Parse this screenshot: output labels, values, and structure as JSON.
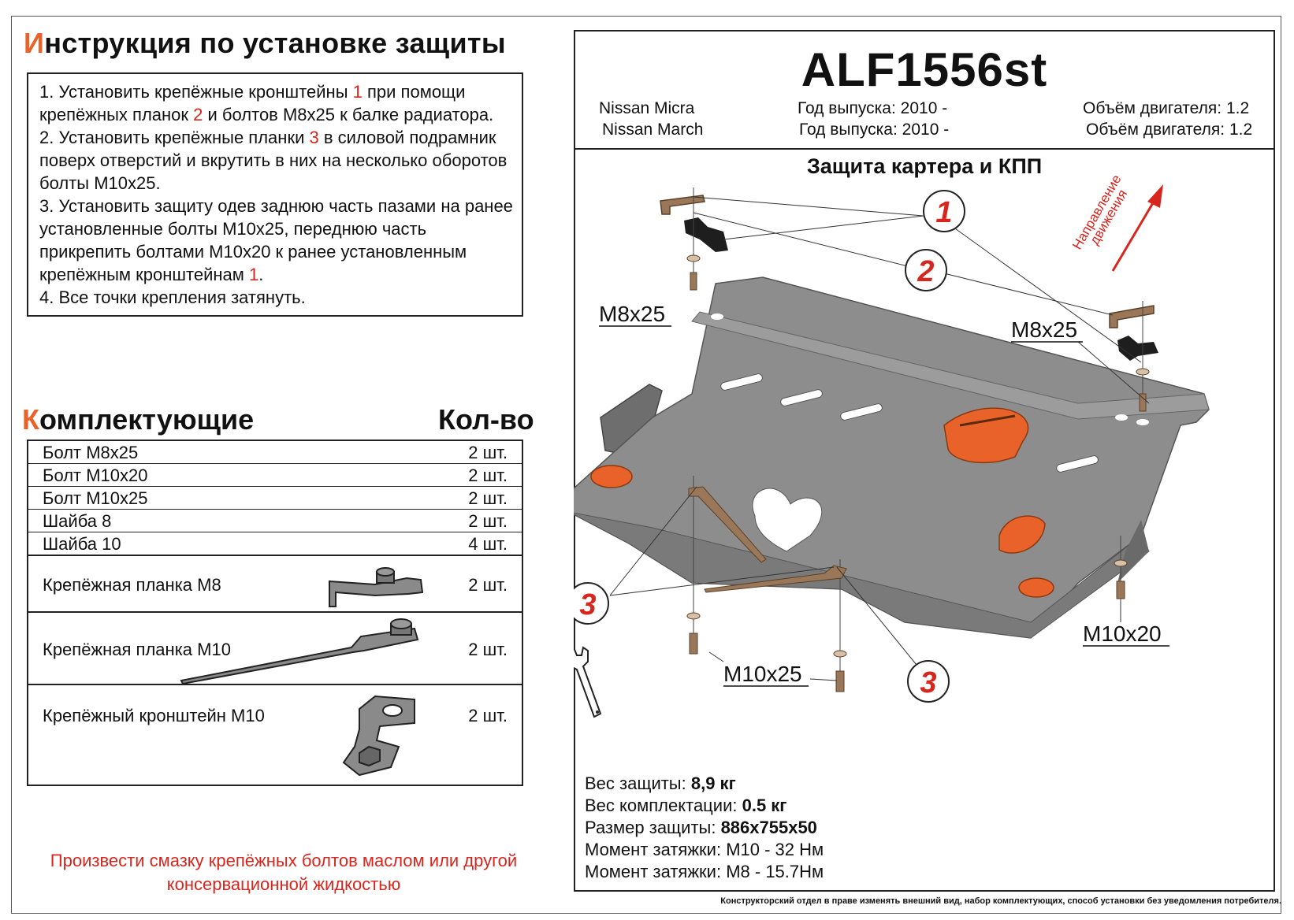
{
  "instructions": {
    "title_first": "И",
    "title_rest": "нструкция по установке защиты",
    "steps": [
      {
        "a": "1.  Установить крепёжные кронштейны ",
        "n1": "1",
        "b": " при помощи крепёжных планок ",
        "n2": "2",
        "c": " и болтов М8х25 к балке радиатора."
      },
      {
        "a": "2.  Установить крепёжные планки ",
        "n1": "3",
        "b": " в силовой подрамник поверх отверстий и вкрутить в них на несколько оборотов болты М10х25."
      },
      {
        "a": "3.  Установить защиту одев заднюю часть пазами на ранее установленные болты М10х25, переднюю часть прикрепить болтами М10х20 к ранее установленным крепёжным кронштейнам ",
        "n1": "1",
        "b": "."
      },
      {
        "a": "4.  Все точки крепления затянуть."
      }
    ]
  },
  "components": {
    "title_first": "К",
    "title_rest": "омплектующие",
    "qty_header": "Кол-во",
    "rows": [
      {
        "name": "Болт М8х25",
        "qty": "2 шт."
      },
      {
        "name": "Болт М10х20",
        "qty": "2 шт."
      },
      {
        "name": "Болт М10х25",
        "qty": "2 шт."
      },
      {
        "name": "Шайба 8",
        "qty": "2 шт."
      },
      {
        "name": "Шайба 10",
        "qty": "4 шт."
      },
      {
        "name": "Крепёжная планка М8",
        "qty": "2 шт."
      },
      {
        "name": "Крепёжная планка М10",
        "qty": "2 шт."
      },
      {
        "name": "Крепёжный кронштейн М10",
        "qty": "2 шт."
      }
    ]
  },
  "note": "Произвести смазку крепёжных болтов маслом или другой консервационной жидкостью",
  "product": {
    "code": "ALF1556st",
    "cars": [
      {
        "model": "Nissan Micra",
        "year": "Год выпуска: 2010 -",
        "engine": "Объём двигателя: 1.2"
      },
      {
        "model": "Nissan March",
        "year": "Год выпуска: 2010 -",
        "engine": "Объём двигателя: 1.2"
      }
    ],
    "subtitle": "Защита картера и КПП",
    "direction": [
      "Направление",
      "движения"
    ],
    "callouts": {
      "bracket": "1",
      "plate_m8": "2",
      "plate_m10": "3"
    },
    "bolt_labels": {
      "m8_left": "M8x25",
      "m8_right": "M8x25",
      "m10x20": "M10x20",
      "m10x25": "M10x25"
    },
    "specs": [
      {
        "label": "Вес защиты: ",
        "value": "8,9 кг"
      },
      {
        "label": "Вес комплектации: ",
        "value": "0.5 кг"
      },
      {
        "label": "Размер защиты: ",
        "value": "886х755х50"
      },
      {
        "label": "Момент затяжки:  ",
        "value": "М10 - 32 Нм"
      },
      {
        "label": "Момент затяжки:  ",
        "value": "М8 - 15.7Нм"
      }
    ],
    "footer": "Конструкторский отдел в праве изменять внешний вид, набор комплектующих, способ установки без уведомления потребителя."
  },
  "colors": {
    "accent_red": "#d7261e",
    "accent_orange": "#e8622a",
    "plate_gray": "#8d8d8d",
    "bracket_brown": "#9a7758"
  }
}
